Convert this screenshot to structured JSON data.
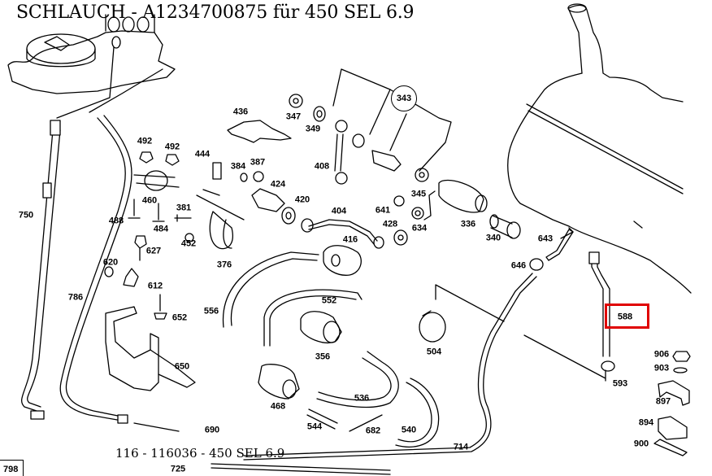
{
  "header": {
    "title": "SCHLAUCH  - A1234700875 für 450 SEL 6.9"
  },
  "footer": {
    "subtitle": "116 - 116036 - 450 SEL 6.9",
    "page_ref": "798"
  },
  "highlight": {
    "part_number": "588",
    "color": "#e00000"
  },
  "group_callout": "343",
  "part_labels": [
    {
      "id": "436"
    },
    {
      "id": "347"
    },
    {
      "id": "349"
    },
    {
      "id": "408"
    },
    {
      "id": "345"
    },
    {
      "id": "492"
    },
    {
      "id": "492b",
      "text": "492"
    },
    {
      "id": "444"
    },
    {
      "id": "384"
    },
    {
      "id": "387"
    },
    {
      "id": "424"
    },
    {
      "id": "420"
    },
    {
      "id": "404"
    },
    {
      "id": "641"
    },
    {
      "id": "428"
    },
    {
      "id": "634"
    },
    {
      "id": "336"
    },
    {
      "id": "340"
    },
    {
      "id": "643"
    },
    {
      "id": "646"
    },
    {
      "id": "460"
    },
    {
      "id": "488"
    },
    {
      "id": "484"
    },
    {
      "id": "381"
    },
    {
      "id": "452"
    },
    {
      "id": "376"
    },
    {
      "id": "416"
    },
    {
      "id": "627"
    },
    {
      "id": "620"
    },
    {
      "id": "612"
    },
    {
      "id": "652"
    },
    {
      "id": "750"
    },
    {
      "id": "786"
    },
    {
      "id": "556"
    },
    {
      "id": "552"
    },
    {
      "id": "356"
    },
    {
      "id": "504"
    },
    {
      "id": "650"
    },
    {
      "id": "468"
    },
    {
      "id": "536"
    },
    {
      "id": "544"
    },
    {
      "id": "682"
    },
    {
      "id": "540"
    },
    {
      "id": "714"
    },
    {
      "id": "690"
    },
    {
      "id": "725"
    },
    {
      "id": "588"
    },
    {
      "id": "593"
    },
    {
      "id": "906"
    },
    {
      "id": "903"
    },
    {
      "id": "897"
    },
    {
      "id": "894"
    },
    {
      "id": "900"
    }
  ]
}
